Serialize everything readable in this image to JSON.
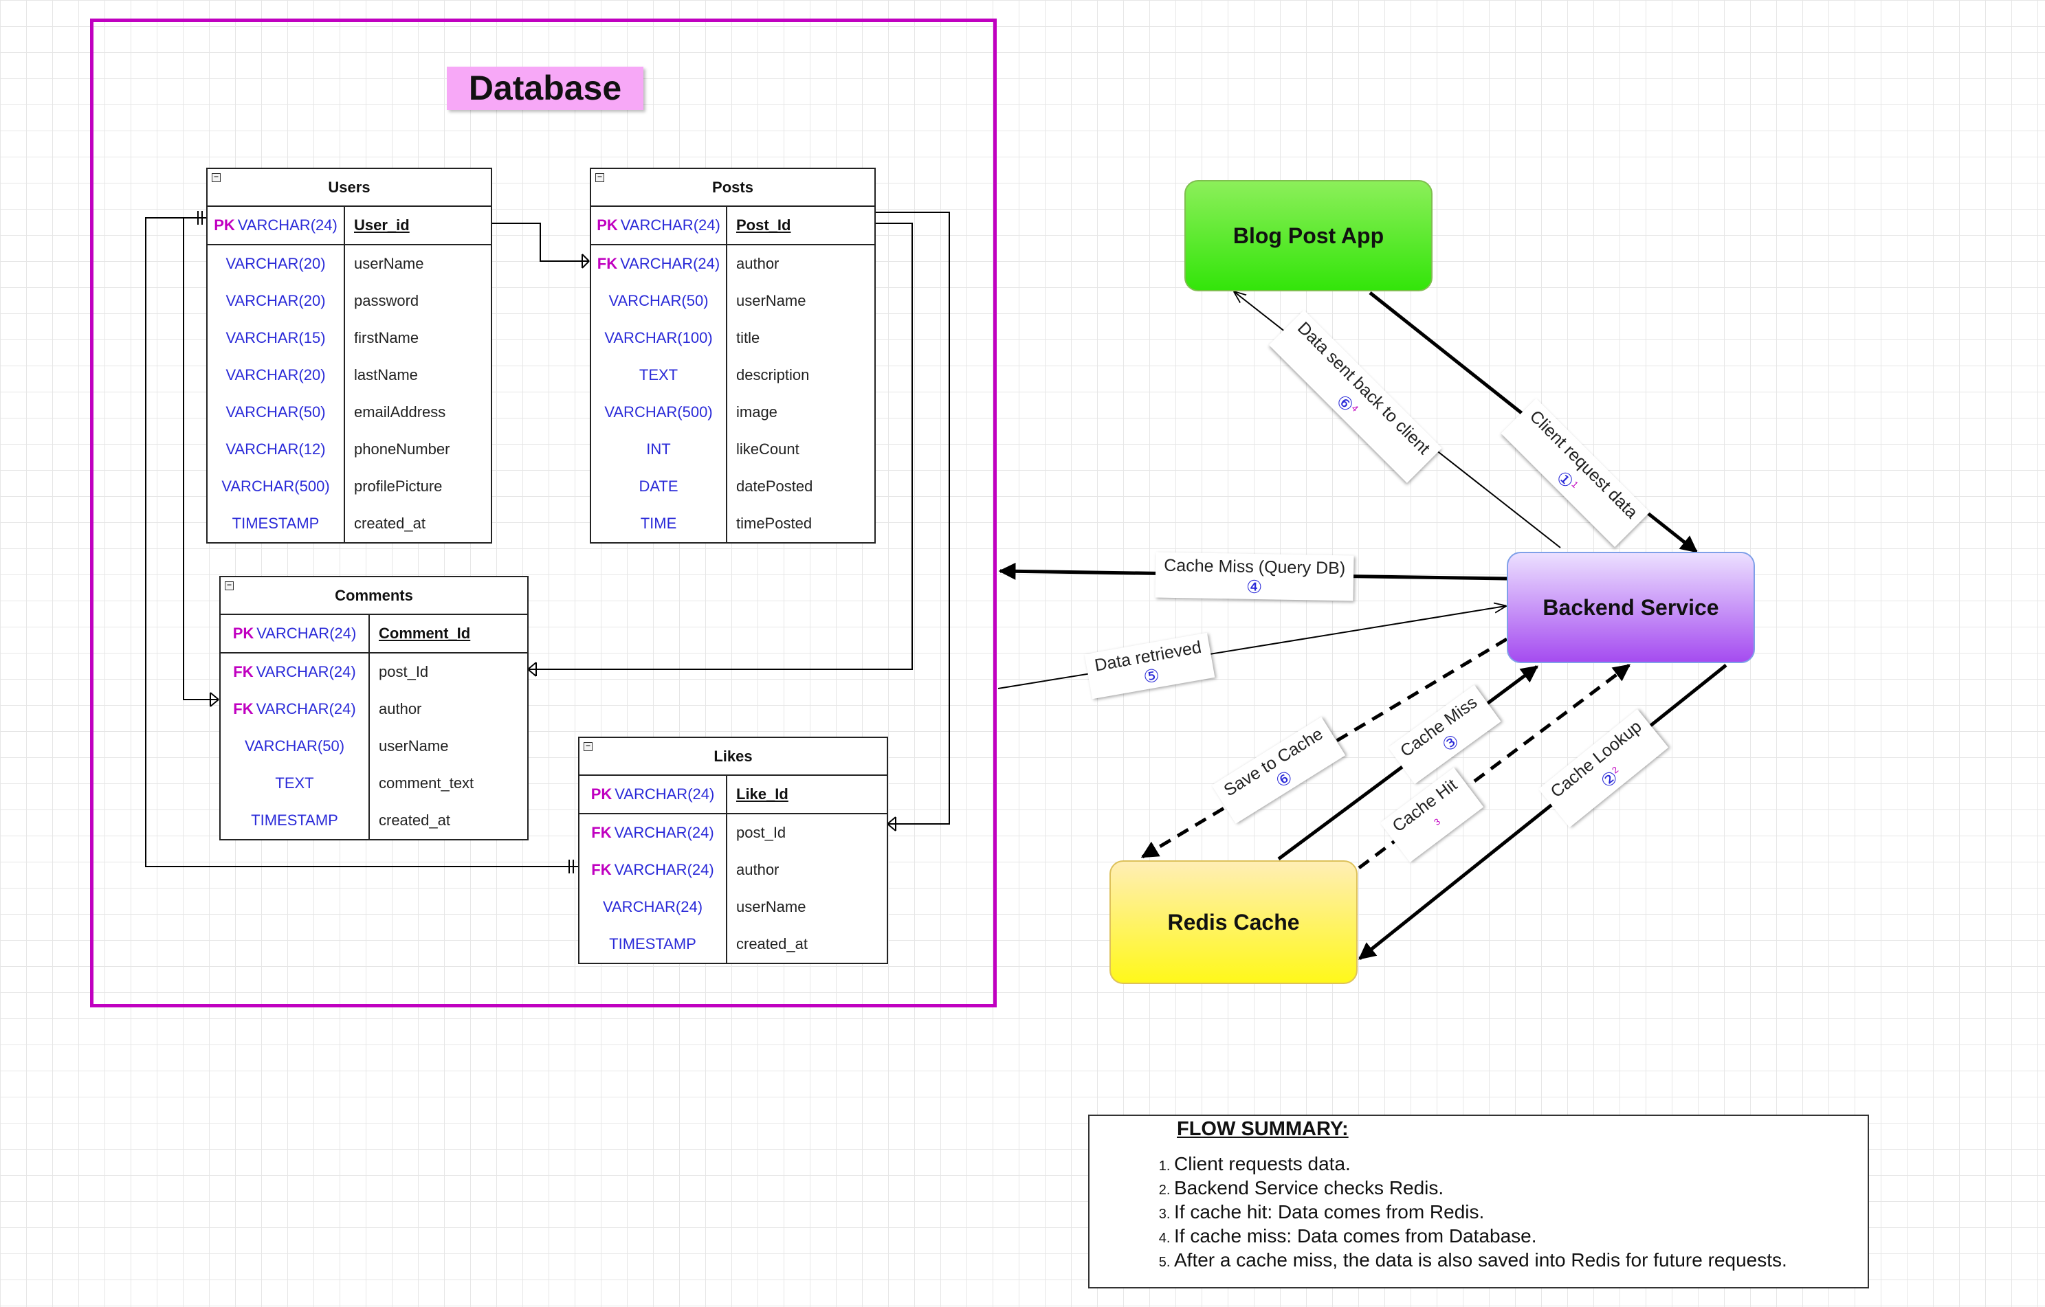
{
  "database": {
    "title": "Database",
    "tables": [
      {
        "name": "Users",
        "rows": [
          {
            "key": "PK",
            "type": "VARCHAR(24)",
            "field": "User_id"
          },
          {
            "key": "",
            "type": "VARCHAR(20)",
            "field": "userName"
          },
          {
            "key": "",
            "type": "VARCHAR(20)",
            "field": "password"
          },
          {
            "key": "",
            "type": "VARCHAR(15)",
            "field": "firstName"
          },
          {
            "key": "",
            "type": "VARCHAR(20)",
            "field": "lastName"
          },
          {
            "key": "",
            "type": "VARCHAR(50)",
            "field": "emailAddress"
          },
          {
            "key": "",
            "type": "VARCHAR(12)",
            "field": "phoneNumber"
          },
          {
            "key": "",
            "type": "VARCHAR(500)",
            "field": "profilePicture"
          },
          {
            "key": "",
            "type": "TIMESTAMP",
            "field": "created_at"
          }
        ]
      },
      {
        "name": "Posts",
        "rows": [
          {
            "key": "PK",
            "type": "VARCHAR(24)",
            "field": "Post_Id"
          },
          {
            "key": "FK",
            "type": "VARCHAR(24)",
            "field": "author"
          },
          {
            "key": "",
            "type": "VARCHAR(50)",
            "field": "userName"
          },
          {
            "key": "",
            "type": "VARCHAR(100)",
            "field": "title"
          },
          {
            "key": "",
            "type": "TEXT",
            "field": "description"
          },
          {
            "key": "",
            "type": "VARCHAR(500)",
            "field": "image"
          },
          {
            "key": "",
            "type": "INT",
            "field": "likeCount"
          },
          {
            "key": "",
            "type": "DATE",
            "field": "datePosted"
          },
          {
            "key": "",
            "type": "TIME",
            "field": "timePosted"
          }
        ]
      },
      {
        "name": "Comments",
        "rows": [
          {
            "key": "PK",
            "type": "VARCHAR(24)",
            "field": "Comment_Id"
          },
          {
            "key": "FK",
            "type": "VARCHAR(24)",
            "field": "post_Id"
          },
          {
            "key": "FK",
            "type": "VARCHAR(24)",
            "field": "author"
          },
          {
            "key": "",
            "type": "VARCHAR(50)",
            "field": "userName"
          },
          {
            "key": "",
            "type": "TEXT",
            "field": "comment_text"
          },
          {
            "key": "",
            "type": "TIMESTAMP",
            "field": "created_at"
          }
        ]
      },
      {
        "name": "Likes",
        "rows": [
          {
            "key": "PK",
            "type": "VARCHAR(24)",
            "field": "Like_Id"
          },
          {
            "key": "FK",
            "type": "VARCHAR(24)",
            "field": "post_Id"
          },
          {
            "key": "FK",
            "type": "VARCHAR(24)",
            "field": "author"
          },
          {
            "key": "",
            "type": "VARCHAR(24)",
            "field": "userName"
          },
          {
            "key": "",
            "type": "TIMESTAMP",
            "field": "created_at"
          }
        ]
      }
    ]
  },
  "nodes": {
    "blog_app": "Blog Post App",
    "backend": "Backend Service",
    "redis": "Redis Cache"
  },
  "edge_labels": {
    "client_request": {
      "text": "Client request data",
      "num": "①",
      "sup": "1"
    },
    "data_sent_back": {
      "text": "Data sent back to client",
      "num": "⑥",
      "sup": "4"
    },
    "cache_miss_query": {
      "text": "Cache Miss (Query DB)",
      "num": "④",
      "sup": ""
    },
    "data_retrieved": {
      "text": "Data retrieved",
      "num": "⑤",
      "sup": ""
    },
    "save_to_cache": {
      "text": "Save to Cache",
      "num": "⑥",
      "sup": ""
    },
    "cache_miss": {
      "text": "Cache Miss",
      "num": "③",
      "sup": ""
    },
    "cache_hit": {
      "text": "Cache Hit",
      "num": "",
      "sup": "3"
    },
    "cache_lookup": {
      "text": "Cache Lookup",
      "num": "②",
      "sup": "2"
    }
  },
  "summary": {
    "title": "FLOW SUMMARY:",
    "items": [
      "Client requests data.",
      "Backend Service checks Redis.",
      "If cache hit: Data comes from Redis.",
      "If cache miss: Data comes from Database.",
      "After a cache miss, the data is also saved into Redis for future requests."
    ]
  },
  "colors": {
    "frame": "#c000c0",
    "type_text": "#2a2ad8",
    "key_text": "#c000c0",
    "blog_app": "#33e50a",
    "backend": "#a54cf0",
    "redis": "#fff81a"
  }
}
